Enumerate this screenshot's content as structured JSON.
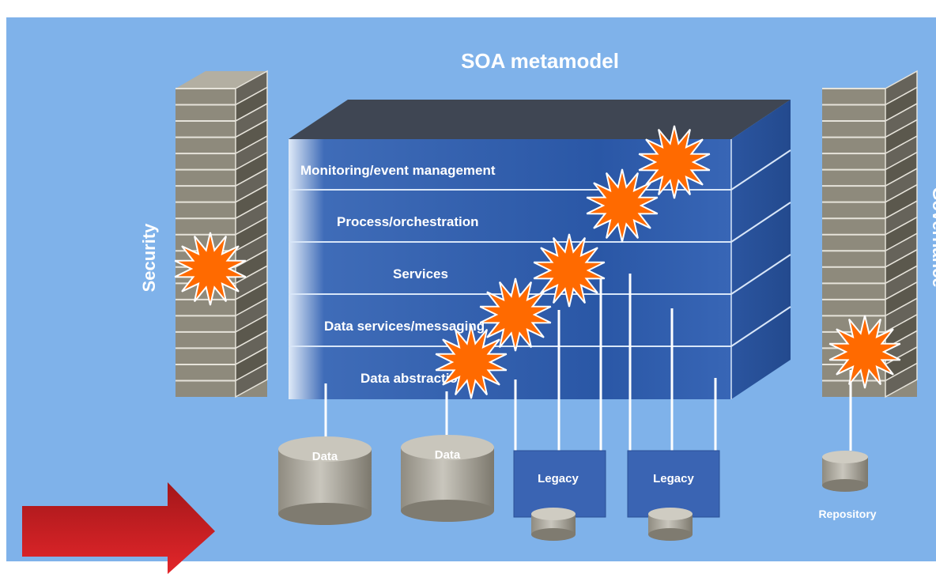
{
  "title": "SOA metamodel",
  "layers": [
    "Monitoring/event management",
    "Process/orchestration",
    "Services",
    "Data services/messaging",
    "Data abstraction"
  ],
  "pillars": {
    "left": "Security",
    "right": "Governance"
  },
  "stores": {
    "data1": "Data",
    "data2": "Data",
    "legacy1": "Legacy",
    "legacy2": "Legacy",
    "repository": "Repository"
  },
  "colors": {
    "background": "#7fb2ea",
    "layer": "#2e5aa8",
    "pillar": "#8a8677",
    "burst": "#ff6a00",
    "arrow": "#d61f1f"
  }
}
